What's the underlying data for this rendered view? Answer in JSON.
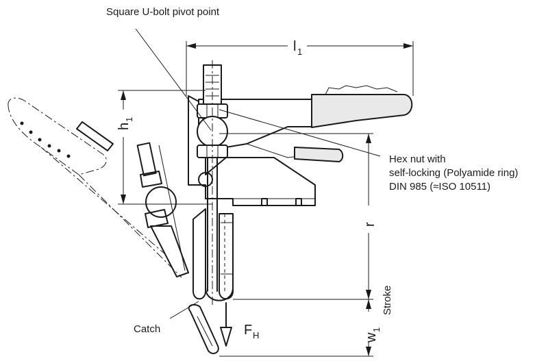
{
  "callouts": {
    "pivot_point": "Square U-bolt pivot point",
    "hex_nut_line1": "Hex nut with",
    "hex_nut_line2": "self-locking (Polyamide ring)",
    "hex_nut_line3": "DIN 985 (≈ISO 10511)",
    "catch": "Catch"
  },
  "dimensions": {
    "l1_symbol": "l",
    "l1_sub": "1",
    "h1_symbol": "h",
    "h1_sub": "1",
    "r_symbol": "r",
    "w1_symbol": "w",
    "w1_sub": "1",
    "stroke": "Stroke"
  },
  "force": {
    "symbol": "F",
    "sub": "H"
  }
}
